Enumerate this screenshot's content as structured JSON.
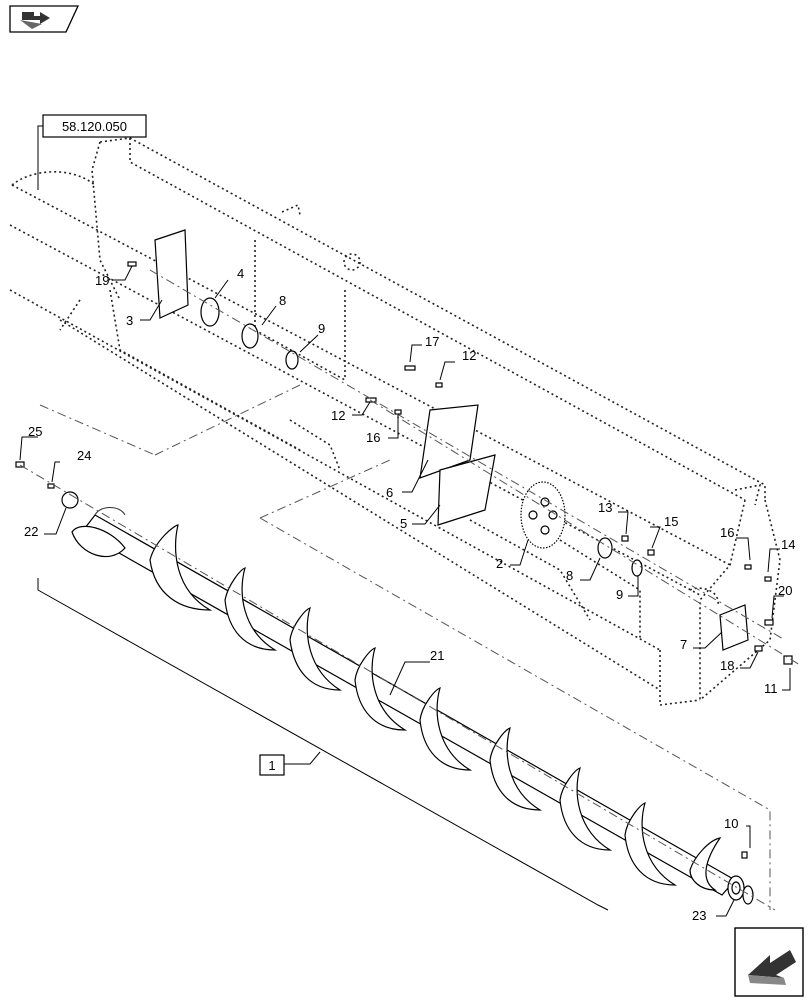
{
  "toolbar": {
    "nav_icon": "section-nav-icon",
    "next_icon": "next-page-arrow-icon"
  },
  "reference_box": "58.120.050",
  "assembly_label": "1",
  "callouts": {
    "c2": "2",
    "c3": "3",
    "c4": "4",
    "c5": "5",
    "c6": "6",
    "c7": "7",
    "c8a": "8",
    "c8b": "8",
    "c9a": "9",
    "c9b": "9",
    "c10": "10",
    "c11": "11",
    "c12a": "12",
    "c12b": "12",
    "c13": "13",
    "c14": "14",
    "c15": "15",
    "c16a": "16",
    "c16b": "16",
    "c17": "17",
    "c18": "18",
    "c19": "19",
    "c20": "20",
    "c21": "21",
    "c22": "22",
    "c23": "23",
    "c24": "24",
    "c25": "25"
  }
}
